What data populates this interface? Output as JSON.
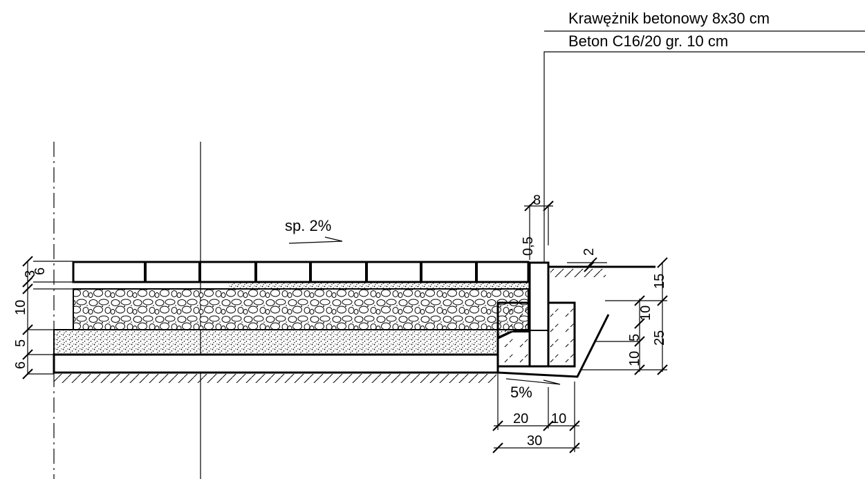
{
  "legend": {
    "items": [
      {
        "label": "Krawężnik betonowy 8x30 cm"
      },
      {
        "label": "Beton C16/20 gr. 10 cm"
      }
    ]
  },
  "slopes": {
    "top": "sp. 2%",
    "bottom": "5%"
  },
  "dimensions": {
    "left_1": "3",
    "left_2": "6",
    "left_3": "10",
    "left_4": "5",
    "left_5": "6",
    "curb_width": "8",
    "curb_gap": "0,5",
    "curb_step": "2",
    "right_15": "15",
    "right_10a": "10",
    "right_25": "25",
    "right_5": "5",
    "right_10b": "10",
    "bottom_20": "20",
    "bottom_10": "10",
    "bottom_30": "30"
  }
}
